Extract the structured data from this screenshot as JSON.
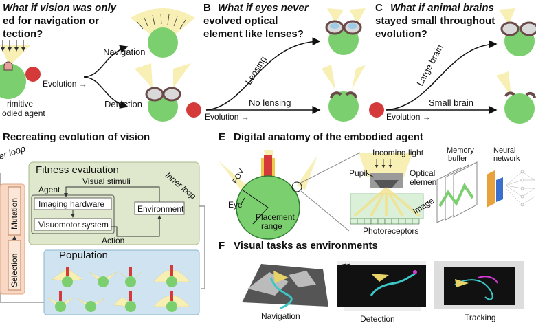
{
  "panel_a": {
    "title_line1": "What if vision was only",
    "title_line2": "ed for navigation or",
    "title_line3": "tection?",
    "branch_top": "Navigation",
    "branch_bottom": "Detection",
    "evolution": "Evolution →",
    "agent_line1": "rimitive",
    "agent_line2": "odied agent"
  },
  "panel_b": {
    "letter": "B",
    "title_line1": "What if eyes never",
    "title_line2": "evolved optical",
    "title_line3": "element like lenses?",
    "branch_top": "Lensing",
    "branch_bottom": "No lensing",
    "evolution": "Evolution →"
  },
  "panel_c": {
    "letter": "C",
    "title_line1": "What if animal brains",
    "title_line2": "stayed small throughout",
    "title_line3": "evolution?",
    "branch_top": "Large brain",
    "branch_bottom": "Small brain",
    "evolution": "Evolution →"
  },
  "panel_d": {
    "title": "Recreating evolution of vision",
    "outer_loop": "er loop",
    "inner_loop": "Inner loop",
    "fitness": "Fitness evaluation",
    "agent": "Agent",
    "visual_stimuli": "Visual stimuli",
    "imaging": "Imaging hardware",
    "visuomotor": "Visuomotor system",
    "environment": "Environment",
    "action": "Action",
    "mutation": "Mutation",
    "selection": "Selection",
    "population": "Population"
  },
  "panel_e": {
    "letter": "E",
    "title": "Digital anatomy of the embodied agent",
    "fov": "FOV",
    "eye": "Eye",
    "placement1": "Placement",
    "placement2": "range",
    "incoming": "Incoming light",
    "pupil": "Pupil",
    "optical1": "Optical",
    "optical2": "element",
    "image": "Image",
    "photoreceptors": "Photoreceptors",
    "memory1": "Memory",
    "memory2": "buffer",
    "neural1": "Neural",
    "neural2": "network"
  },
  "panel_f": {
    "letter": "F",
    "title": "Visual tasks as environments",
    "tasks": [
      "Navigation",
      "Detection",
      "Tracking"
    ]
  },
  "colors": {
    "agent_green": "#7ccf6e",
    "red": "#d43a3a",
    "fov_yellow": "#f7efb4",
    "fitness_bg": "#dfe8cc",
    "population_bg": "#cfe4f0",
    "outer_bg": "#f8d8c4"
  }
}
